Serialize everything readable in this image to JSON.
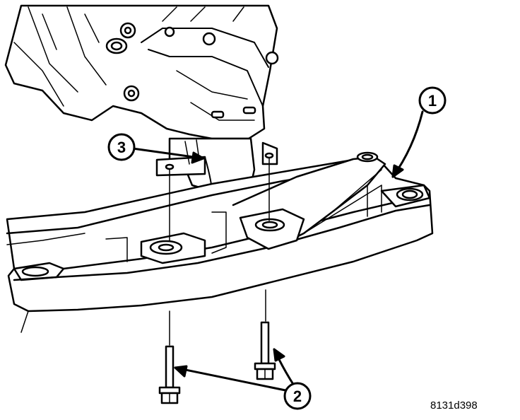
{
  "figure": {
    "id_label": "8131d398",
    "callouts": [
      {
        "number": "1"
      },
      {
        "number": "2"
      },
      {
        "number": "3"
      }
    ],
    "colors": {
      "ink": "#000000",
      "paper": "#ffffff"
    }
  }
}
